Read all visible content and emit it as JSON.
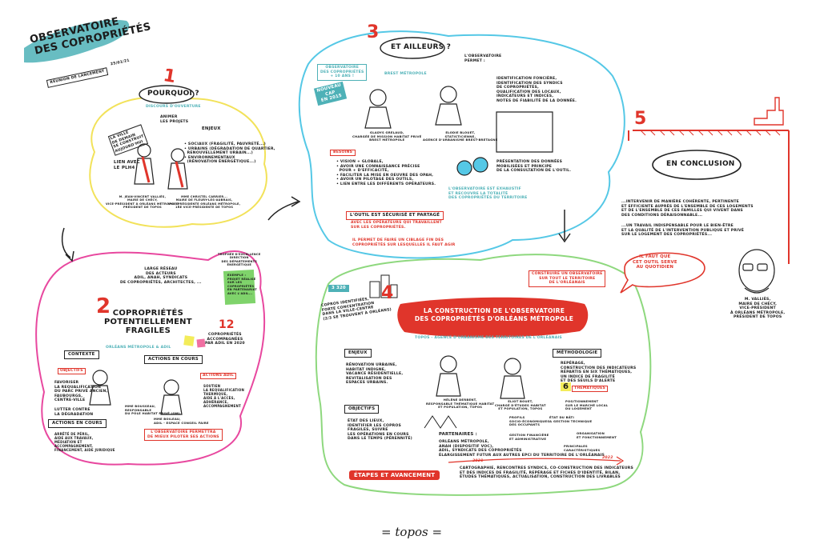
{
  "header": {
    "title_line1": "OBSERVATOIRE",
    "title_line2": "DES COPROPRIÉTÉS",
    "subtitle": "RÉUNION DE LANCEMENT",
    "date": "25/01/21"
  },
  "section1": {
    "number": "1",
    "title": "POURQUOI ?",
    "caption": "DISCOURS D'OUVERTURE",
    "animer": "ANIMER\nLES PROJETS",
    "enjeux_label": "ENJEUX",
    "enjeux_items": "• SOCIAUX (FRAGILITÉ, PAUVRETÉ...)\n• URBAINS (DÉGRADATION DE QUARTIER,\n  RENOUVELLEMENT URBAIN...)\n• ENVIRONNEMENTAUX\n  (RÉNOVATION ÉNERGÉTIQUE...)",
    "lien": "LIEN AVEC\nLE",
    "plh": "PLH4",
    "person1": "M. JEAN-VINCENT VALLIÈS,\nMAIRE DE CHÉCY,\nVICE-PRÉSIDENT À ORLÉANS MÉTROPOLE,\nPRÉSIDENT DE TOPOS",
    "person2": "MME CHRISTEL CARRIER...\nMAIRE DE FLEURY-LES-AUBRAIS,\nVICE-PRÉSIDENTE ORLÉANS MÉTROPOLE,\n1RE VICE-PRÉSIDENTE DE TOPOS",
    "sign": "LA VILLE\nDE DEMAIN\nSE CONSTRUIT\nAUJOURD'HUI"
  },
  "section2": {
    "number": "2",
    "title_line1": "COPROPRIÉTÉS",
    "title_line2": "POTENTIELLEMENT",
    "title_line3": "FRAGILES",
    "caption": "ORLÉANS MÉTROPOLE & ADIL",
    "reseau": "LARGE RÉSEAU\nDES ACTEURS\nADIL, ANAH, SYNDICATS\nDE COPROPRIÉTÉS, ARCHITECTES, ...",
    "trophee": "TROPHÉE D'EXCELLENCE\nDIRECTION\nDES DÉPARTEMENTS\nÉNERGÉTIQUE",
    "exemple": "EXEMPLE :\nPROJET RÉALISÉ\nSUR LES\nCOPROPRIÉTÉS\nEN PARTENARIAT\nAVEC L'ADIL...",
    "big_number": "12",
    "accompagnees": "COPROPRIÉTÉS\nACCOMPAGNÉES\nPAR ADIL EN 2020",
    "contexte": "CONTEXTE",
    "objectifs": "OBJECTIFS",
    "obj_items": "FAVORISER\nLA REQUALIFICATION\nDU PARC PRIVÉ ANCIEN,\nFAUBOURGS,\nCENTRE-VILLE",
    "lutter": "LUTTER CONTRE\nLA DÉGRADATION",
    "person_left": "MME BOUSSEAU,\nRESPONSABLE\nDU PÔLE HABITAT PRIVÉ (OM)",
    "actions_en_cours_right": "ACTIONS EN COURS",
    "actions_adil": "ACTIONS ADIL",
    "adil_items": "SOUTIEN\nLA REQUALIFICATION\nTHERMIQUE,\nAIDE À L'ACCÈS,\nADHÉRANCE,\nACCOMPAGNEMENT",
    "person_right": "MME BOILEAU,\nADIL - ESPACE CONSEIL FAIRE",
    "actions_en_cours_left": "ACTIONS EN COURS",
    "actions_items": "ARRÊTÉ DE PÉRIL,\nAIDE AUX TRAVAUX,\nMÉDIATION ET\nACCOMPAGNEMENT,\nFINANCEMENT, AIDE JURIDIQUE",
    "banner": "L'OBSERVATOIRE PERMETTRA\nDE MIEUX PILOTER SES ACTIONS"
  },
  "section3": {
    "number": "3",
    "title": "ET AILLEURS ?",
    "observatoire": "OBSERVATOIRE\nDES COPROPRIÉTÉS\n+ 10 ANS !",
    "brest": "BREST MÉTROPOLE",
    "nouveau": "NOUVEAU\nCAP\nEN 2015",
    "obs_perdit": "L'OBSERVATOIRE\nPERMET :",
    "perdit_items": "IDENTIFICATION FONCIÈRE,\nIDENTIFICATION DES SYNDICS\nDE COPROPRIÉTÉS,\nQUALIFICATION DES LOCAUX,\nINDICATEURS ET INDICES,\nNOTES DE FIABILITÉ DE LA DONNÉE.",
    "person1": "GLADYS GRELAUD,\nCHARGÉE DE MISSION HABITAT PRIVÉ\nBREST MÉTROPOLE",
    "person2": "ELODIE BLOUET,\nSTATISTICIENNE,\nAGENCE D'URBANISME BREST-BRETAGNE",
    "besoins": "BESOINS",
    "besoins_items": "• VISION + GLOBALE,\n• AVOIR UNE CONNAISSANCE PRÉCISE\n  POUR + D'EFFICACITÉ,\n• FACILITER LA MISE EN OEUVRE DES OPAH,\n• AVOIR UN PILOTAGE DES OUTILS,\n• LIEN ENTRE LES DIFFÉRENTS OPÉRATEURS.",
    "presentation": "PRÉSENTATION DES DONNÉES\nMOBILISÉES ET PRINCIPE\nDE LA CONSULTATION DE L'OUTIL.",
    "exhaustif": "L'OBSERVATOIRE EST EXHAUSTIF\nET RECOUVRE LA TOTALITÉ\nDES COPROPRIÉTÉS DU TERRITOIRE",
    "securise": "L'OUTIL EST SÉCURISÉ ET PARTAGÉ",
    "securise_sub": "AVEC LES OPÉRATEURS QUI TRAVAILLENT\nSUR LES COPROPRIÉTÉS.",
    "ciblage": "IL PERMET DE FAIRE UN CIBLAGE FIN DES\nCOPROPRIÉTÉS SUR LESQUELLES IL FAUT AGIR"
  },
  "section4": {
    "number": "4",
    "stat": "3 320",
    "stat_text": "COPROS IDENTIFIÉES,\nFORTE CONCENTRATION\nDANS LA VILLE-CENTRE\n(2/3 SE TROUVENT À ORLÉANS)",
    "construire": "CONSTRUIRE UN OBSERVATOIRE\nSUR TOUT LE TERRITOIRE\nDE L'ORLÉANAIS",
    "banner_line1": "LA CONSTRUCTION DE L'OBSERVATOIRE",
    "banner_line2": "DES COPROPRIÉTÉS D'ORLÉANS MÉTROPOLE",
    "caption": "TOPOS - AGENCE D'URBANISME DES TERRITOIRES DE L'ORLÉANAIS",
    "enjeux": "ENJEUX",
    "enjeux_items": "RÉNOVATION URBAINE,\nHABITAT INDIGNE,\nVACANCE RÉSIDENTIELLE,\nREVITALISATION DES\nESPACES URBAINS.",
    "person1": "HÉLÈNE DERBENT,\nRESPONSABLE THÉMATIQUE HABITAT\nET POPULATION, TOPOS",
    "person2": "ELIOT BOUET,\nCHARGÉ D'ÉTUDES HABITAT\nET POPULATION, TOPOS",
    "methodologie": "MÉTHODOLOGIE",
    "methodo_items": "REPÉRAGE,\nCONSTRUCTION DES INDICATEURS\nRÉPARTIS EN SIX THÉMATIQUES,\nUN INDICE DE FRAGILITÉ\nET DES SEUILS D'ALERTE",
    "six": "6",
    "thematiques": "THÉMATIQUES",
    "theme1": "POSITIONNEMENT\nSUR LE MARCHÉ LOCAL\nDU LOGEMENT",
    "theme2": "ÉTAT DU BÂTI\n& GESTION TECHNIQUE",
    "theme3": "PROFILS\nSOCIO-ÉCONOMIQUES\nDES OCCUPANTS",
    "theme4": "GESTION FINANCIÈRE\nET ADMINISTRATIVE",
    "theme5": "ORGANISATION\nET FONCTIONNEMENT",
    "theme6": "PRINCIPALES\nCARACTÉRISTIQUES",
    "objectifs": "OBJECTIFS",
    "objectifs_items": "ÉTAT DES LIEUX,\nIDENTIFIER LES COPROS\nFRAGILES, SUIVRE\nLES OPÉRATIONS EN COURS\nDANS LE TEMPS (PÉRENNITÉ)",
    "partenaires": "PARTENAIRES :",
    "partenaires_items": "ORLÉANS MÉTROPOLE,\nANAH (DISPOSITIF VOC),\nADIL, SYNDICATS DES COPROPRIÉTÉS\nÉLARGISSEMENT FUTUR AUX AUTRES EPCI DU TERRITOIRE DE L'ORLÉANAIS",
    "year_start": "2021",
    "year_end": "2022",
    "etapes": "ÉTAPES ET AVANCEMENT",
    "etapes_items": "CARTOGRAPHIE, RENCONTRES SYNDICS, CO-CONSTRUCTION DES INDICATEURS\nET DES INDICES DE FRAGILITÉ, REPÉRAGE ET FICHES D'IDENTITÉ, BILAN,\nÉTUDES THÉMATIQUES, ACTUALISATION, CONSTRUCTION DES LIVRABLES"
  },
  "section5": {
    "number": "5",
    "title": "EN CONCLUSION",
    "quote1": "...INTERVENIR DE MANIÈRE COHÉRENTE, PERTINENTE\nET EFFICIENTE AUPRÈS DE L'ENSEMBLE DE CES LOGEMENTS\nET DE L'ENSEMBLE DE CES FAMILLES QUI VIVENT DANS\nDES CONDITIONS DÉRAISONNABLE...",
    "quote2": "...UN TRAVAIL INDISPENSABLE POUR LE BIEN-ÊTRE\nET LA QUALITÉ DE L'INTERVENTION PUBLIQUE ET PRIVÉ\nSUR LE LOGEMENT DES COPROPRIÉTÉS...",
    "bubble": "IL FAUT QUE\nCET OUTIL SERVE\nAU QUOTIDIEN",
    "person": "M. VALLIÈS,\nMAIRE DE CHÉCY,\nVICE-PRÉSIDENT\nÀ ORLÉANS MÉTROPOLE,\nPRÉSIDENT DE TOPOS"
  },
  "footer": {
    "brand": "= topos ="
  },
  "colors": {
    "teal": "#4eb1b7",
    "red": "#e0352b",
    "yellow": "#f2e25a",
    "magenta": "#e8489f",
    "cyan": "#55c8e6",
    "green": "#8ed87e",
    "postit_green": "#7fd36b",
    "postit_yellow": "#f3ec5a",
    "postit_pink": "#f06fa2"
  }
}
